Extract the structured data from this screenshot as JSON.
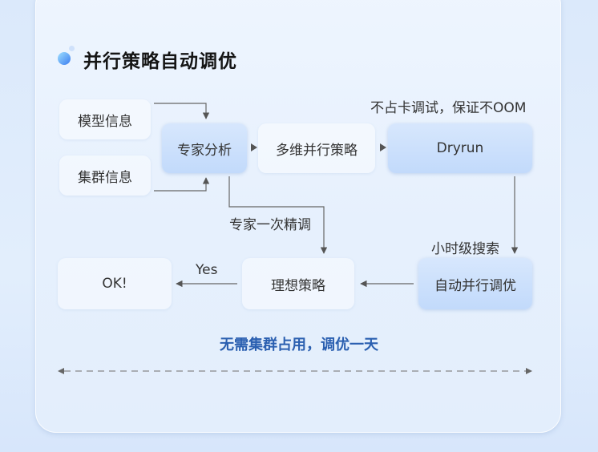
{
  "section": {
    "title": "并行策略自动调优"
  },
  "flow": {
    "model_info": "模型信息",
    "cluster_info": "集群信息",
    "expert_analysis": "专家分析",
    "multi_dim_strategy": "多维并行策略",
    "dryrun": "Dryrun",
    "dryrun_note": "不占卡调试，保证不OOM",
    "expert_tuning_note": "专家一次精调",
    "hourly_search_note": "小时级搜索",
    "auto_tuning": "自动并行调优",
    "ideal_strategy": "理想策略",
    "yes_label": "Yes",
    "ok": "OK!"
  },
  "slogan": "无需集群占用，调优一天",
  "colors": {
    "accent": "#2a5fb0",
    "arrow": "#555555",
    "blue_box": "#c2dafb"
  }
}
